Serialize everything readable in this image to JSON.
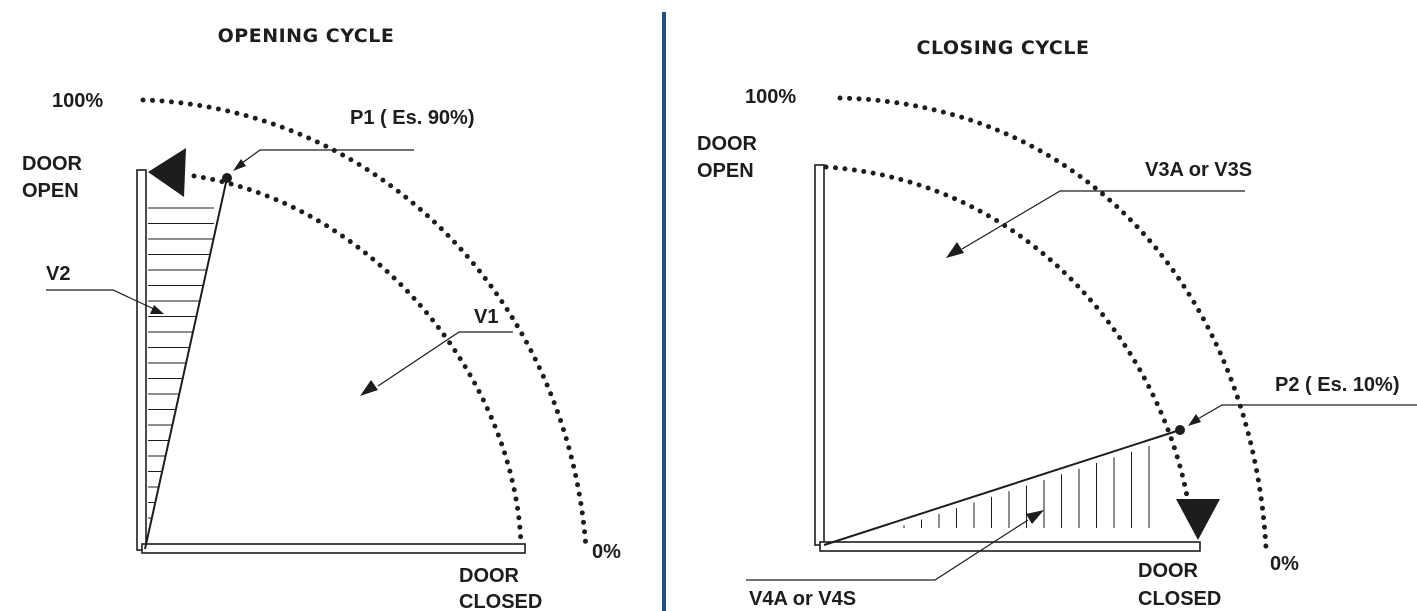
{
  "opening": {
    "title": "OPENING CYCLE",
    "label_100": "100%",
    "label_0": "0%",
    "door_open": [
      "DOOR",
      "OPEN"
    ],
    "door_closed": [
      "DOOR",
      "CLOSED"
    ],
    "p1": "P1 ( Es. 90%)",
    "v1": "V1",
    "v2": "V2"
  },
  "closing": {
    "title": "CLOSING CYCLE",
    "label_100": "100%",
    "label_0": "0%",
    "door_open": [
      "DOOR",
      "OPEN"
    ],
    "door_closed": [
      "DOOR",
      "CLOSED"
    ],
    "p2": "P2 ( Es. 10%)",
    "v3": "V3A or V3S",
    "v4": "V4A or V4S"
  },
  "colors": {
    "ink": "#1d1d1b",
    "divider": "#1f4e8c"
  }
}
